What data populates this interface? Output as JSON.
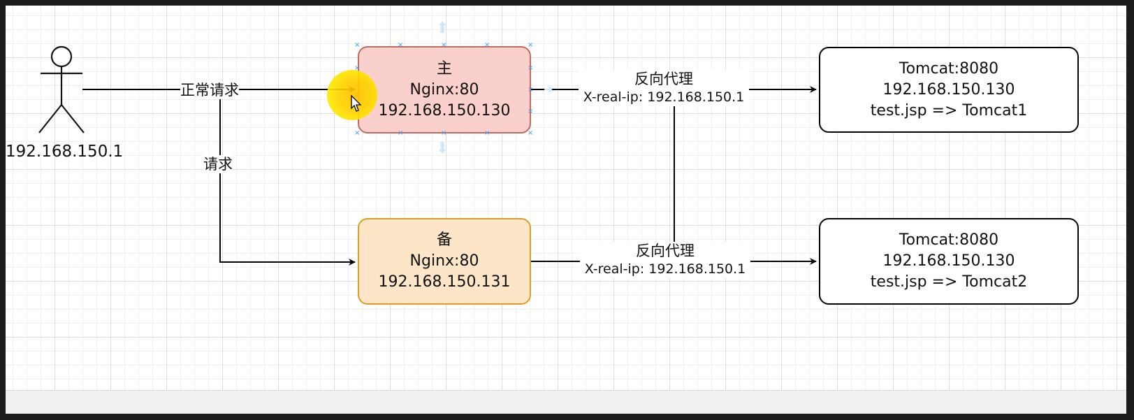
{
  "actor": {
    "label": "192.168.150.1",
    "icon": "person-icon"
  },
  "nginx_main": {
    "title": "主",
    "line1": "Nginx:80",
    "line2": "192.168.150.130",
    "fill": "#f9d0cb",
    "stroke": "#bd6b63"
  },
  "nginx_backup": {
    "title": "备",
    "line1": "Nginx:80",
    "line2": "192.168.150.131",
    "fill": "#fde5c8",
    "stroke": "#d99e28"
  },
  "tomcat1": {
    "line1": "Tomcat:8080",
    "line2": "192.168.150.130",
    "line3": "test.jsp => Tomcat1"
  },
  "tomcat2": {
    "line1": "Tomcat:8080",
    "line2": "192.168.150.130",
    "line3": "test.jsp => Tomcat2"
  },
  "edges": {
    "normal_request": "正常请求",
    "request": "请求",
    "proxy_top_title": "反向代理",
    "proxy_top_header": "X-real-ip: 192.168.150.1",
    "proxy_bottom_title": "反向代理",
    "proxy_bottom_header": "X-real-ip: 192.168.150.1"
  },
  "selection_handle_color": "#3d9be0",
  "cursor_highlight_color": "#ffd400"
}
